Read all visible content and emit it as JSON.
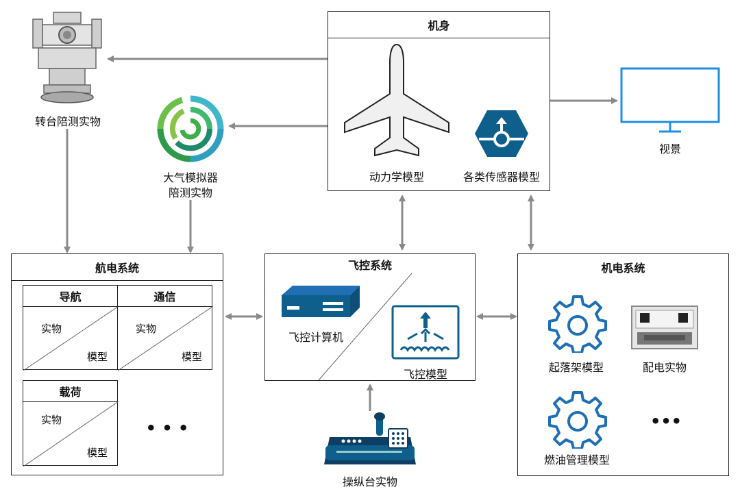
{
  "nodes": {
    "turntable": {
      "label": "转台陪测实物"
    },
    "atmosphere": {
      "label_line1": "大气模拟器",
      "label_line2": "陪测实物"
    },
    "display": {
      "label": "视景"
    },
    "console": {
      "label": "操纵台实物"
    }
  },
  "airframe": {
    "title": "机身",
    "dynamics_label": "动力学模型",
    "sensors_label": "各类传感器模型"
  },
  "avionics": {
    "title": "航电系统",
    "modules": [
      {
        "title": "导航",
        "real": "实物",
        "model": "模型"
      },
      {
        "title": "通信",
        "real": "实物",
        "model": "模型"
      },
      {
        "title": "载荷",
        "real": "实物",
        "model": "模型"
      }
    ],
    "ellipsis": "• • •"
  },
  "flight_control": {
    "title": "飞控系统",
    "computer_label": "飞控计算机",
    "model_label": "飞控模型"
  },
  "electromech": {
    "title": "机电系统",
    "landing_gear_label": "起落架模型",
    "power_label": "配电实物",
    "fuel_label": "燃油管理模型",
    "ellipsis": "•••"
  },
  "colors": {
    "arrow": "#8a8a8a",
    "icon_navy": "#0e4f78",
    "icon_blue": "#1f6fb5",
    "screen_blue": "#1e8fe0",
    "green": "#3fae49"
  }
}
